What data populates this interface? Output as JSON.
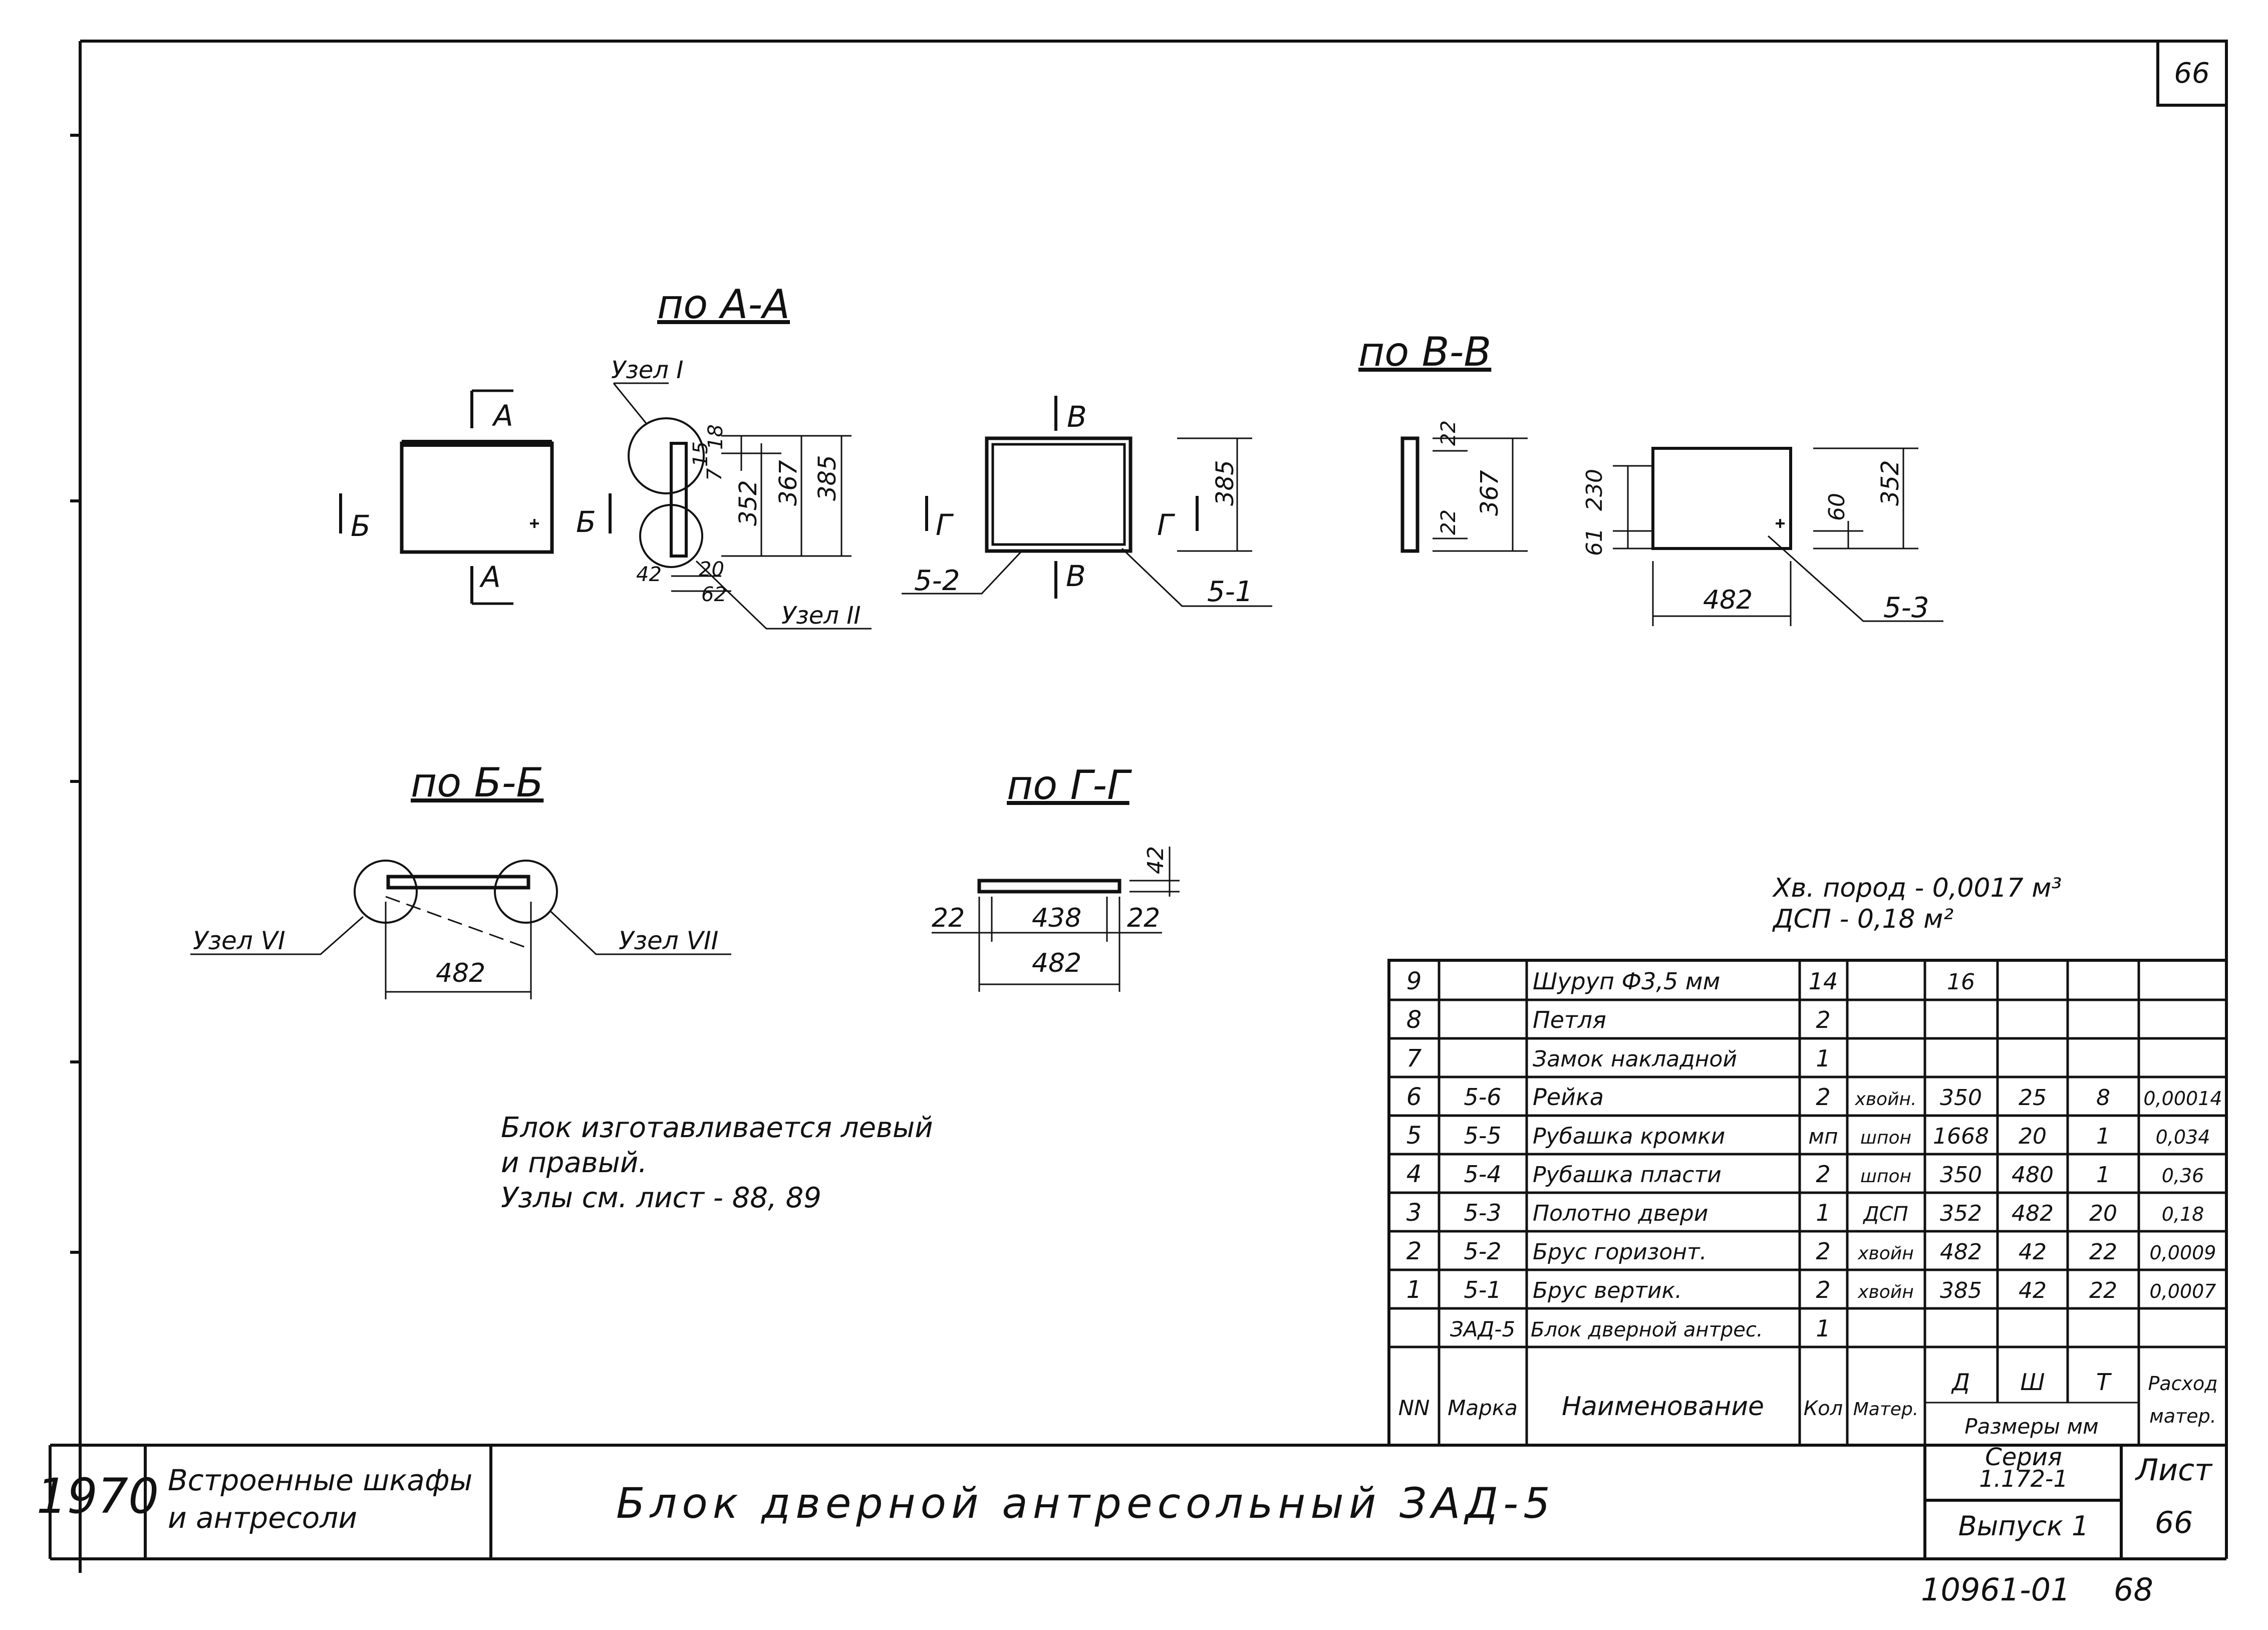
{
  "sheet_number_corner": "66",
  "bottom_stamp": {
    "doc_code": "10961-01",
    "page": "68"
  },
  "views": {
    "aa": {
      "title": "по А-А",
      "uzel_1": "Узел I",
      "uzel_2": "Узел II",
      "mark_a": "А",
      "mark_b": "Б",
      "dims": {
        "d15": "15",
        "d18": "18",
        "d7": "7",
        "d352": "352",
        "d367": "367",
        "d385": "385",
        "d42": "42",
        "d20": "20",
        "d62": "62"
      }
    },
    "front": {
      "mark_v": "В",
      "mark_g": "Г",
      "label_52": "5-2",
      "label_51": "5-1",
      "d385": "385"
    },
    "vv": {
      "title": "по В-В",
      "d22a": "22",
      "d367": "367",
      "d22b": "22"
    },
    "panel": {
      "d61": "61",
      "d230": "230",
      "d60": "60",
      "d352": "352",
      "d482": "482",
      "label": "5-3"
    },
    "bb": {
      "title": "по Б-Б",
      "uzel_6": "Узел VI",
      "uzel_7": "Узел VII",
      "d482": "482"
    },
    "gg": {
      "title": "по Г-Г",
      "d42": "42",
      "d22a": "22",
      "d438": "438",
      "d22b": "22",
      "d482": "482"
    }
  },
  "notes": {
    "line1": "Блок изготавливается левый",
    "line2": "и правый.",
    "line3": "Узлы см. лист - 88, 89"
  },
  "materials": {
    "line1": "Хв. пород - 0,0017 м³",
    "line2": "ДСП - 0,18 м²"
  },
  "spec_table": {
    "rows": [
      {
        "nn": "9",
        "mark": "",
        "name": "Шуруп Ф3,5 мм",
        "qty": "14",
        "mat": "",
        "d": "16",
        "w": "",
        "t": "",
        "cons": ""
      },
      {
        "nn": "8",
        "mark": "",
        "name": "Петля",
        "qty": "2",
        "mat": "",
        "d": "",
        "w": "",
        "t": "",
        "cons": ""
      },
      {
        "nn": "7",
        "mark": "",
        "name": "Замок накладной",
        "qty": "1",
        "mat": "",
        "d": "",
        "w": "",
        "t": "",
        "cons": ""
      },
      {
        "nn": "6",
        "mark": "5-6",
        "name": "Рейка",
        "qty": "2",
        "mat": "хвойн.",
        "d": "350",
        "w": "25",
        "t": "8",
        "cons": "0,00014"
      },
      {
        "nn": "5",
        "mark": "5-5",
        "name": "Рубашка кромки",
        "qty": "мп",
        "mat": "шпон",
        "d": "1668",
        "w": "20",
        "t": "1",
        "cons": "0,034"
      },
      {
        "nn": "4",
        "mark": "5-4",
        "name": "Рубашка пласти",
        "qty": "2",
        "mat": "шпон",
        "d": "350",
        "w": "480",
        "t": "1",
        "cons": "0,36"
      },
      {
        "nn": "3",
        "mark": "5-3",
        "name": "Полотно двери",
        "qty": "1",
        "mat": "ДСП",
        "d": "352",
        "w": "482",
        "t": "20",
        "cons": "0,18"
      },
      {
        "nn": "2",
        "mark": "5-2",
        "name": "Брус горизонт.",
        "qty": "2",
        "mat": "хвойн",
        "d": "482",
        "w": "42",
        "t": "22",
        "cons": "0,0009"
      },
      {
        "nn": "1",
        "mark": "5-1",
        "name": "Брус вертик.",
        "qty": "2",
        "mat": "хвойн",
        "d": "385",
        "w": "42",
        "t": "22",
        "cons": "0,0007"
      },
      {
        "nn": "",
        "mark": "ЗАД-5",
        "name": "Блок дверной антрес.",
        "qty": "1",
        "mat": "",
        "d": "",
        "w": "",
        "t": "",
        "cons": ""
      }
    ],
    "header": {
      "nn": "NN",
      "mark": "Марка",
      "name": "Наименование",
      "qty": "Кол",
      "mat": "Матер.",
      "d": "Д",
      "w": "Ш",
      "t": "Т",
      "sizes": "Размеры мм",
      "cons1": "Расход",
      "cons2": "матер."
    }
  },
  "title_block": {
    "year": "1970",
    "category_line1": "Встроенные шкафы",
    "category_line2": "и антресоли",
    "title": "Блок дверной антресольный ЗАД-5",
    "series_label": "Серия",
    "series_value": "1.172-1",
    "issue": "Выпуск 1",
    "sheet_label": "Лист",
    "sheet_value": "66"
  }
}
